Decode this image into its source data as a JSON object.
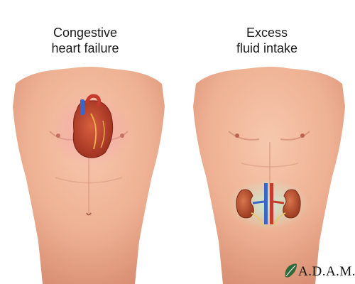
{
  "panels": [
    {
      "caption_lines": [
        "Congestive",
        "heart failure"
      ]
    },
    {
      "caption_lines": [
        "Excess",
        "fluid intake"
      ]
    }
  ],
  "logo": {
    "text": "A.D.A.M."
  },
  "colors": {
    "skin": "#f1b79a",
    "skin_shadow": "#d9917a",
    "heart": "#b9412c",
    "heart_glow": "#f6a0a8",
    "kidney": "#b9522f",
    "kidney_glow": "#b7e2c4",
    "vessel_blue": "#3a66c9",
    "vessel_red": "#c63b2e"
  },
  "icons": {
    "logo_mark": "leaf-icon"
  }
}
